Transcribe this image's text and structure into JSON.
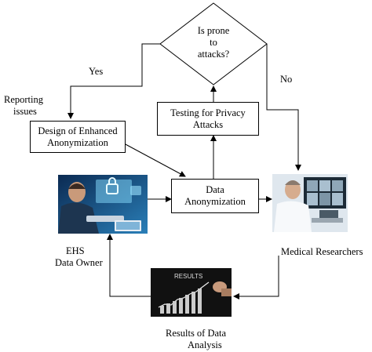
{
  "diagram": {
    "decision": {
      "line1": "Is prone",
      "line2": "to",
      "line3": "attacks?"
    },
    "yes_label": "Yes",
    "no_label": "No",
    "reporting_label": {
      "line1": "Reporting",
      "line2": "issues"
    },
    "design_box": {
      "line1": "Design of Enhanced",
      "line2": "Anonymization"
    },
    "testing_box": {
      "line1": "Testing for Privacy",
      "line2": "Attacks"
    },
    "anonymization_box": {
      "line1": "Data",
      "line2": "Anonymization"
    },
    "owner_label": {
      "line1": "EHS",
      "line2": "Data Owner"
    },
    "researchers_label": "Medical Researchers",
    "results_label": {
      "line1": "Results of Data",
      "line2": "Analysis"
    },
    "results_image_text": "RESULTS"
  }
}
